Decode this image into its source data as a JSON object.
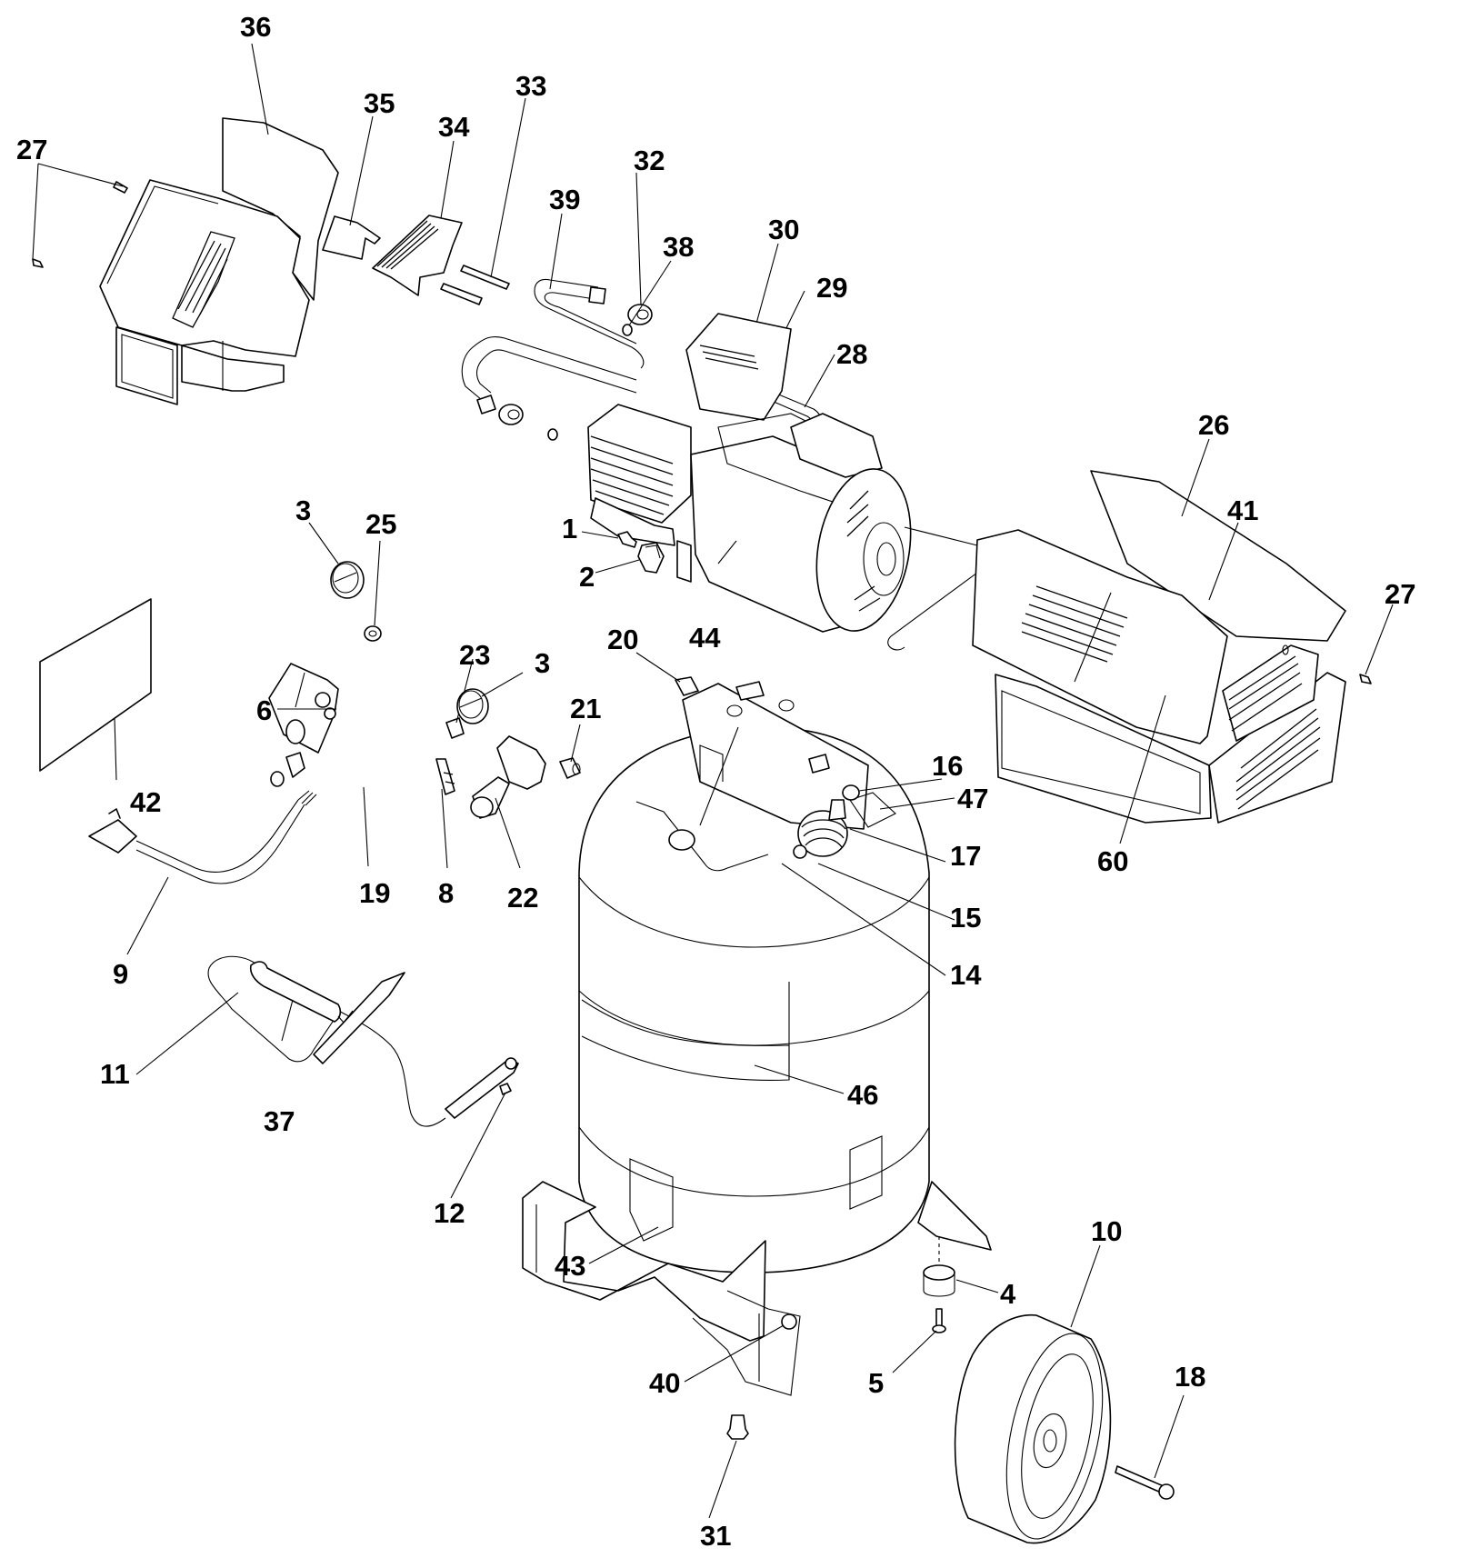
{
  "diagram": {
    "title": "Air Compressor Exploded Parts View",
    "callouts": [
      {
        "id": "c36",
        "label": "36",
        "part": "shroud-left"
      },
      {
        "id": "c35",
        "label": "35",
        "part": "shroud-insert"
      },
      {
        "id": "c34",
        "label": "34",
        "part": "shroud-bracket"
      },
      {
        "id": "c33",
        "label": "33",
        "part": "bolt-long"
      },
      {
        "id": "c39",
        "label": "39",
        "part": "outlet-tube"
      },
      {
        "id": "c32",
        "label": "32",
        "part": "compression-nut"
      },
      {
        "id": "c38",
        "label": "38",
        "part": "ferrule"
      },
      {
        "id": "c30",
        "label": "30",
        "part": "small-fitting"
      },
      {
        "id": "c29",
        "label": "29",
        "part": "nut"
      },
      {
        "id": "c28",
        "label": "28",
        "part": "tube"
      },
      {
        "id": "c27a",
        "label": "27",
        "part": "screw"
      },
      {
        "id": "c27b",
        "label": "27",
        "part": "screw"
      },
      {
        "id": "c26",
        "label": "26",
        "part": "shroud-right"
      },
      {
        "id": "c41",
        "label": "41",
        "part": "label"
      },
      {
        "id": "c60",
        "label": "60",
        "part": "label"
      },
      {
        "id": "c1",
        "label": "1",
        "part": "bolt"
      },
      {
        "id": "c2",
        "label": "2",
        "part": "isolator"
      },
      {
        "id": "c44",
        "label": "44",
        "part": "pump-motor"
      },
      {
        "id": "c3a",
        "label": "3",
        "part": "gauge"
      },
      {
        "id": "c25",
        "label": "25",
        "part": "fitting"
      },
      {
        "id": "c42",
        "label": "42",
        "part": "manual-label"
      },
      {
        "id": "c6",
        "label": "6",
        "part": "pressure-switch"
      },
      {
        "id": "c23",
        "label": "23",
        "part": "coupling"
      },
      {
        "id": "c3b",
        "label": "3",
        "part": "gauge"
      },
      {
        "id": "c21",
        "label": "21",
        "part": "nipple"
      },
      {
        "id": "c20",
        "label": "20",
        "part": "strain-relief"
      },
      {
        "id": "c19",
        "label": "19",
        "part": "safety-valve"
      },
      {
        "id": "c8",
        "label": "8",
        "part": "nipple"
      },
      {
        "id": "c22",
        "label": "22",
        "part": "regulator"
      },
      {
        "id": "c9",
        "label": "9",
        "part": "power-cord"
      },
      {
        "id": "c16",
        "label": "16",
        "part": "nut"
      },
      {
        "id": "c47",
        "label": "47",
        "part": "label"
      },
      {
        "id": "c17",
        "label": "17",
        "part": "check-valve"
      },
      {
        "id": "c15",
        "label": "15",
        "part": "fitting"
      },
      {
        "id": "c14",
        "label": "14",
        "part": "discharge-tube"
      },
      {
        "id": "c11",
        "label": "11",
        "part": "handle"
      },
      {
        "id": "c37",
        "label": "37",
        "part": "grip"
      },
      {
        "id": "c12",
        "label": "12",
        "part": "bolt"
      },
      {
        "id": "c46",
        "label": "46",
        "part": "label"
      },
      {
        "id": "c43",
        "label": "43",
        "part": "label"
      },
      {
        "id": "c10",
        "label": "10",
        "part": "wheel"
      },
      {
        "id": "c4",
        "label": "4",
        "part": "rubber-foot"
      },
      {
        "id": "c5",
        "label": "5",
        "part": "screw"
      },
      {
        "id": "c40",
        "label": "40",
        "part": "nut"
      },
      {
        "id": "c18",
        "label": "18",
        "part": "axle-bolt"
      },
      {
        "id": "c31",
        "label": "31",
        "part": "drain-valve"
      }
    ]
  }
}
